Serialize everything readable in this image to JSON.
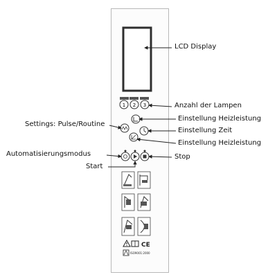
{
  "labels": {
    "lcd_display": "LCD Display",
    "anzahl_lampen": "Anzahl der Lampen",
    "einstellung_heizleistung_1": "Einstellung Heizleistung",
    "settings_pulse_routine": "Settings: Pulse/Routine",
    "einstellung_zeit": "Einstellung Zeit",
    "einstellung_heizleistung_2": "Einstellung Heizleistung",
    "automatisierungsmodus": "Automatisierungsmodus",
    "stop": "Stop",
    "start": "Start"
  },
  "lamp_buttons": [
    "1",
    "2",
    "3"
  ],
  "footer": {
    "certification": "ISO9001:2000",
    "ce_mark": "CE"
  },
  "colors": {
    "lcd_border": "#2e2e2e",
    "panel_border": "#b8b8b8",
    "line": "#222222"
  },
  "icons": [
    "lamp-count-icon",
    "heating-power-icon",
    "pulse-routine-icon",
    "time-setting-icon",
    "automation-mode-icon",
    "start-icon",
    "stop-icon",
    "warning-icon",
    "manual-book-icon",
    "ce-mark-icon"
  ]
}
